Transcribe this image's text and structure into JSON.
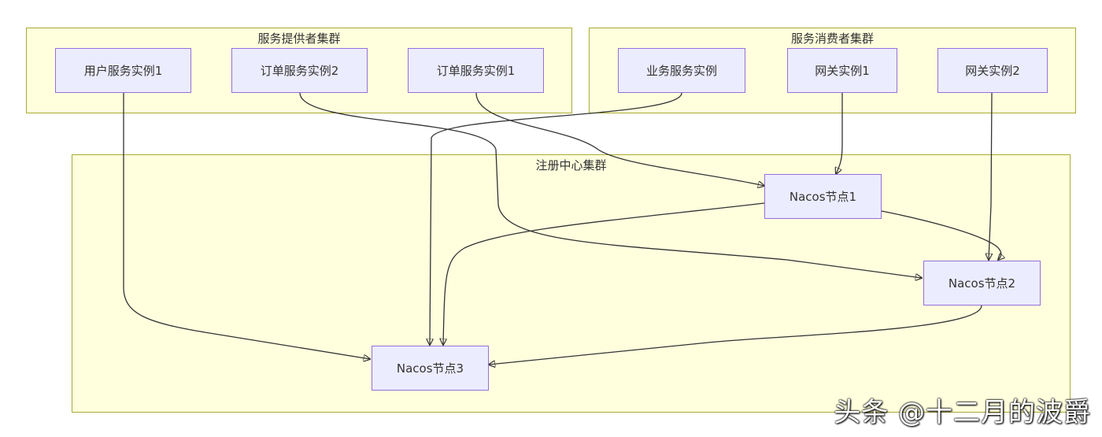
{
  "clusters": {
    "provider": "服务提供者集群",
    "consumer": "服务消费者集群",
    "registry": "注册中心集群"
  },
  "nodes": {
    "user1": "用户服务实例1",
    "order2": "订单服务实例2",
    "order1": "订单服务实例1",
    "biz": "业务服务实例",
    "gw1": "网关实例1",
    "gw2": "网关实例2",
    "nacos1": "Nacos节点1",
    "nacos2": "Nacos节点2",
    "nacos3": "Nacos节点3"
  },
  "edges": [
    {
      "from": "user1",
      "to": "nacos3"
    },
    {
      "from": "order2",
      "to": "nacos2"
    },
    {
      "from": "order1",
      "to": "nacos1"
    },
    {
      "from": "biz",
      "to": "nacos3"
    },
    {
      "from": "gw1",
      "to": "nacos1"
    },
    {
      "from": "gw2",
      "to": "nacos2"
    },
    {
      "from": "nacos1",
      "to": "nacos3"
    },
    {
      "from": "nacos1",
      "to": "nacos2"
    },
    {
      "from": "nacos2",
      "to": "nacos3"
    }
  ],
  "colors": {
    "cluster_fill": "#ffffde",
    "cluster_border": "#aaaa33",
    "node_fill": "#ececff",
    "node_border": "#9370db",
    "edge": "#333333"
  },
  "watermark": "头条 @十二月的波爵"
}
